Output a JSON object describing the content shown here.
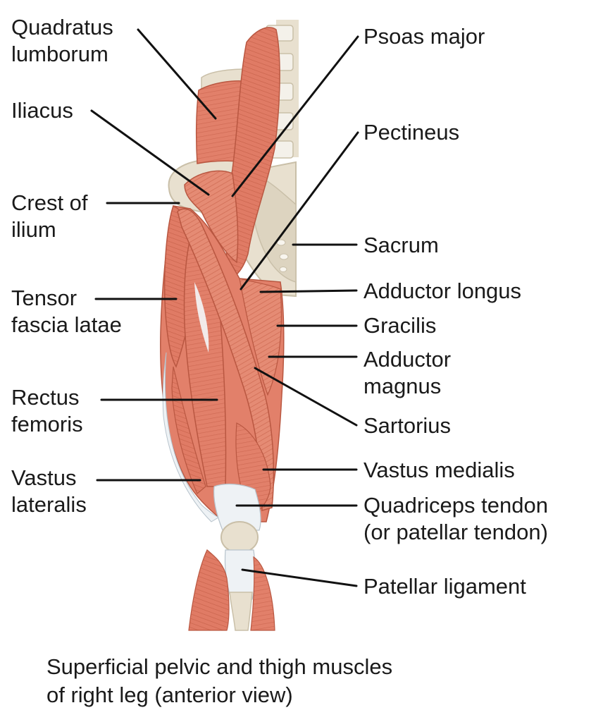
{
  "labels": {
    "quadratus_lumborum": "Quadratus\nlumborum",
    "iliacus": "Iliacus",
    "crest_of_ilium": "Crest of\nilium",
    "tensor_fascia_latae": "Tensor\nfascia latae",
    "rectus_femoris": "Rectus\nfemoris",
    "vastus_lateralis": "Vastus\nlateralis",
    "psoas_major": "Psoas major",
    "pectineus": "Pectineus",
    "sacrum": "Sacrum",
    "adductor_longus": "Adductor longus",
    "gracilis": "Gracilis",
    "adductor_magnus": "Adductor\nmagnus",
    "sartorius": "Sartorius",
    "vastus_medialis": "Vastus medialis",
    "quadriceps_tendon": "Quadriceps tendon\n(or patellar tendon)",
    "patellar_ligament": "Patellar ligament"
  },
  "caption": "Superficial pelvic and thigh muscles\nof right leg (anterior view)",
  "colors": {
    "muscle": "#e2806a",
    "muscle_dark": "#c9614c",
    "muscle_light": "#f0a28e",
    "bone": "#e8e0cf",
    "bone_shadow": "#c9bfa8",
    "tendon": "#eef2f5",
    "leader": "#111111"
  }
}
